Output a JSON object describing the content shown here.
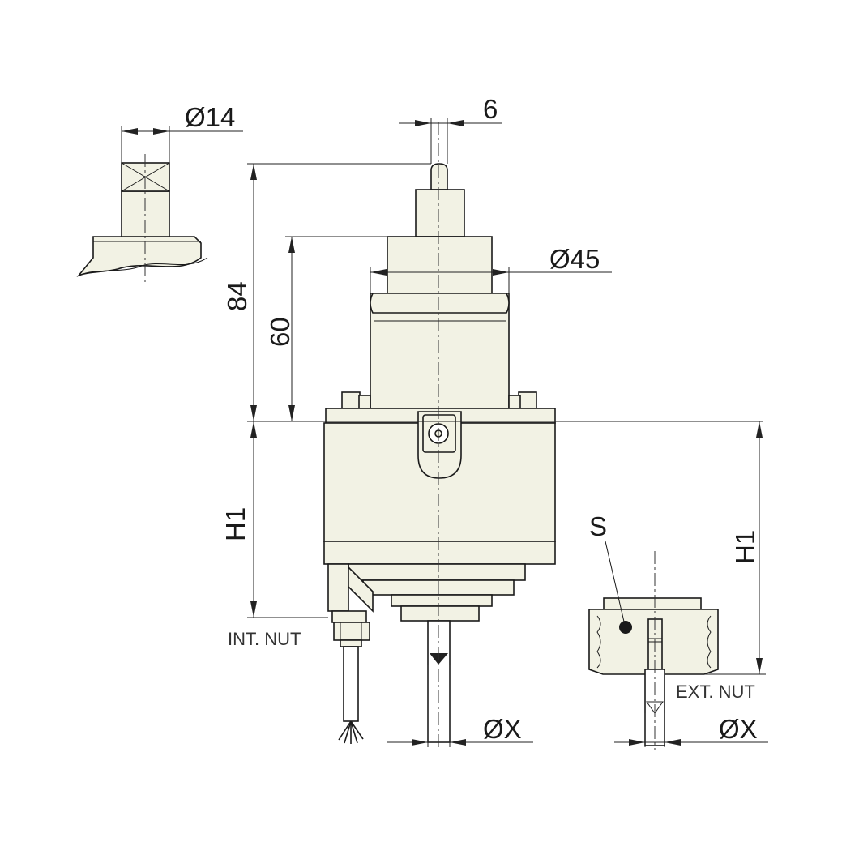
{
  "labels": {
    "dia_14": "Ø14",
    "dim_6": "6",
    "dia_45": "Ø45",
    "dim_84": "84",
    "dim_60": "60",
    "h1_left": "H1",
    "h1_right": "H1",
    "s_label": "S",
    "int_nut": "INT. NUT",
    "ext_nut": "EXT. NUT",
    "dia_x_left": "ØX",
    "dia_x_right": "ØX"
  },
  "colors": {
    "body_fill": "#f2f2e4",
    "line": "#1a1a1a"
  }
}
